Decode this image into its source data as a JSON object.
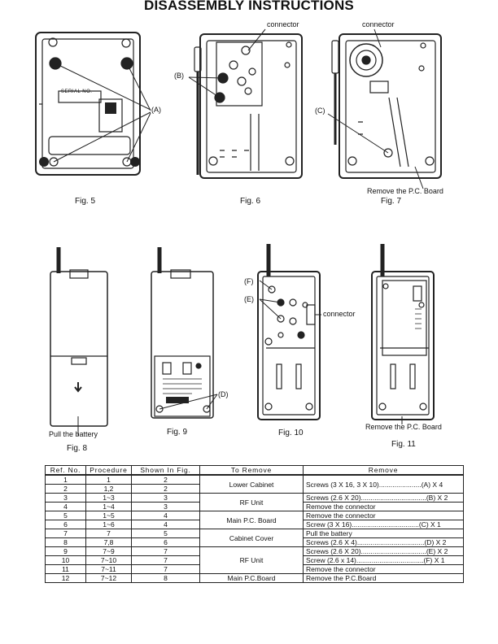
{
  "title": "DISASSEMBLY INSTRUCTIONS",
  "labels": {
    "connector_fig6": "connector",
    "connector_fig7": "connector",
    "b": "(B)",
    "a": "(A)",
    "c": "(C)",
    "remove_pc_fig7": "Remove the P.C. Board",
    "serial_no": "SERIAL NO.",
    "f": "(F)",
    "e": "(E)",
    "connector_fig10": "connector",
    "d": "(D)",
    "pull_battery": "Pull the battery",
    "remove_pc_fig11": "Remove the P.C. Board"
  },
  "figures": {
    "fig5": "Fig. 5",
    "fig6": "Fig. 6",
    "fig7": "Fig. 7",
    "fig8": "Fig. 8",
    "fig9": "Fig. 9",
    "fig10": "Fig. 10",
    "fig11": "Fig. 11"
  },
  "table": {
    "headers": [
      "Ref. No.",
      "Procedure",
      "Shown In Fig.",
      "To Remove",
      "Remove"
    ],
    "rows": [
      {
        "ref": "1",
        "proc": "1",
        "fig": "2"
      },
      {
        "ref": "2",
        "proc": "1,2",
        "fig": "2"
      },
      {
        "ref": "3",
        "proc": "1~3",
        "fig": "3"
      },
      {
        "ref": "4",
        "proc": "1~4",
        "fig": "3"
      },
      {
        "ref": "5",
        "proc": "1~5",
        "fig": "4"
      },
      {
        "ref": "6",
        "proc": "1~6",
        "fig": "4"
      },
      {
        "ref": "7",
        "proc": "7",
        "fig": "5"
      },
      {
        "ref": "8",
        "proc": "7,8",
        "fig": "6"
      },
      {
        "ref": "9",
        "proc": "7~9",
        "fig": "7"
      },
      {
        "ref": "10",
        "proc": "7~10",
        "fig": "7"
      },
      {
        "ref": "11",
        "proc": "7~11",
        "fig": "7"
      },
      {
        "ref": "12",
        "proc": "7~12",
        "fig": "8"
      }
    ],
    "to_remove": [
      "Lower Cabinet",
      "RF Unit",
      "Main P.C. Board",
      "Cabinet Cover",
      "RF Unit",
      "Main P.C.Board"
    ],
    "remove": [
      "Screws (3 X 16, 3 X 10)......................(A) X 4",
      "Screws (2.6 X 20)..................................(B) X 2",
      "Remove the connector",
      "Remove the connector",
      "Screw (3 X 16)...................................(C) X 1",
      "Pull the battery",
      "Screws (2.6 X 4)...................................(D) X 2",
      "Screws (2.6 X 20)..................................(E) X 2",
      "Screw (2.6 x 14)...................................(F) X 1",
      "Remove the connector",
      "Remove the P.C.Board"
    ]
  }
}
